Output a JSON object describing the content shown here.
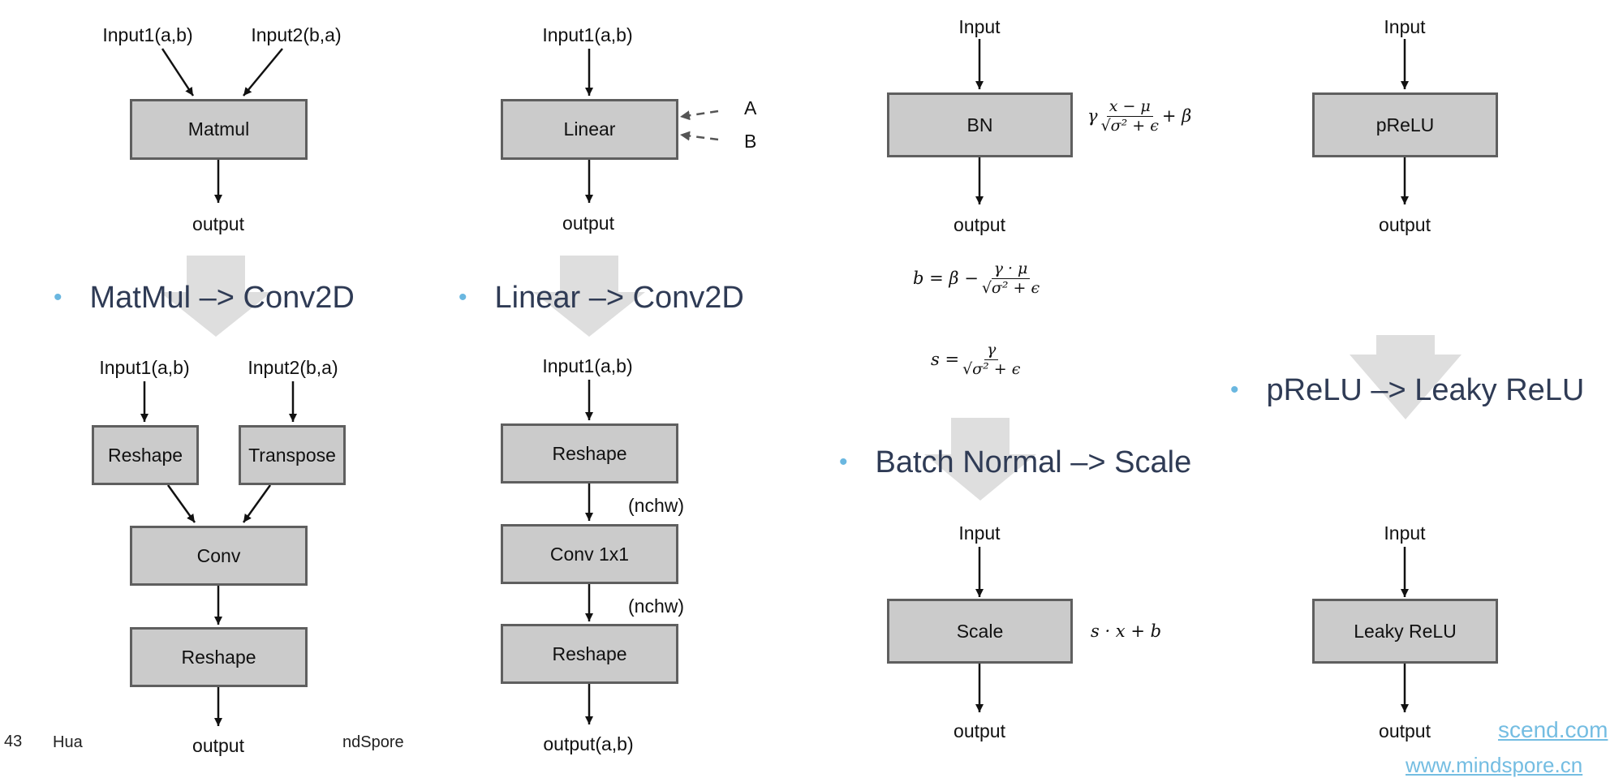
{
  "diagram1": {
    "input1": "Input1(a,b)",
    "input2": "Input2(b,a)",
    "top_box": "Matmul",
    "top_output": "output",
    "bullet": "MatMul –> Conv2D",
    "bottom_input1": "Input1(a,b)",
    "bottom_input2": "Input2(b,a)",
    "reshape_left": "Reshape",
    "transpose": "Transpose",
    "conv": "Conv",
    "reshape_bottom": "Reshape",
    "bottom_output": "output"
  },
  "diagram2": {
    "input": "Input1(a,b)",
    "top_box": "Linear",
    "param_a": "A",
    "param_b": "B",
    "top_output": "output",
    "bullet": "Linear –> Conv2D",
    "bottom_input": "Input1(a,b)",
    "reshape1": "Reshape",
    "nchw1": "(nchw)",
    "conv1x1": "Conv 1x1",
    "nchw2": "(nchw)",
    "reshape2": "Reshape",
    "bottom_output": "output(a,b)"
  },
  "diagram3": {
    "input": "Input",
    "top_box": "BN",
    "top_output": "output",
    "formula_bn": {
      "gamma": "γ",
      "num": "x − μ",
      "den": "√σ² + ϵ",
      "tail": "+ β"
    },
    "formula_b": {
      "lhs": "b = β −",
      "num": "γ · μ",
      "den": "√σ² + ϵ"
    },
    "formula_s": {
      "lhs": "s =",
      "num": "γ",
      "den": "√σ² + ϵ"
    },
    "bullet": "Batch Normal –> Scale",
    "bottom_input": "Input",
    "bottom_box": "Scale",
    "formula_scale": "s · x + b",
    "bottom_output": "output"
  },
  "diagram4": {
    "input": "Input",
    "top_box": "pReLU",
    "top_output": "output",
    "bullet": "pReLU –> Leaky ReLU",
    "bottom_input": "Input",
    "bottom_box": "Leaky ReLU",
    "bottom_output": "output"
  },
  "footer": {
    "page_number": "43",
    "left_fragment": "Hua",
    "right_fragment": "ndSpore",
    "link1": "scend.com",
    "link2": "www.mindspore.cn"
  },
  "colors": {
    "box_fill": "#cbcbcb",
    "box_border": "#5f5f5f",
    "transition_arrow": "#dedede",
    "bullet_text": "#2f3b55",
    "bullet_dot": "#6ab7e0",
    "link": "#74bde2"
  }
}
